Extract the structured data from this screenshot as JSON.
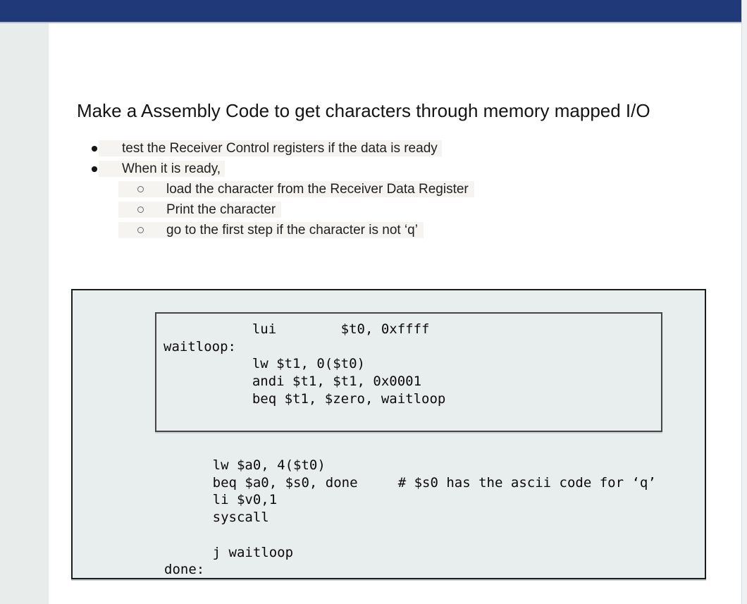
{
  "slide": {
    "title": "Make a Assembly Code to get characters through memory mapped I/O",
    "bullets_level1": [
      {
        "text": "test the Receiver Control registers if the data is ready"
      },
      {
        "text": "When it is ready,"
      }
    ],
    "bullets_level2": [
      {
        "text": "load the character from the Receiver Data Register"
      },
      {
        "text": "Print the character"
      },
      {
        "text": "go to the first step if the character is not ‘q’"
      }
    ],
    "code": {
      "wait_block": "           lui        $t0, 0xffff\nwaitloop:\n           lw $t1, 0($t0)\n           andi $t1, $t1, 0x0001\n           beq $t1, $zero, waitloop",
      "main_block": "      lw $a0, 4($t0)\n      beq $a0, $s0, done     # $s0 has the ascii code for ‘q’\n      li $v0,1\n      syscall\n\n      j waitloop\ndone:"
    }
  },
  "colors": {
    "top_bar": "#203a79",
    "top_bar_underline": "#b4bcd8",
    "side_panel": "#e8eceb",
    "right_strip": "#eef0f2",
    "code_box_bg": "#e8edee",
    "code_box_border": "#1c1c1c",
    "highlight_bg": "#f5f4f1",
    "text": "#1f1f1f"
  }
}
